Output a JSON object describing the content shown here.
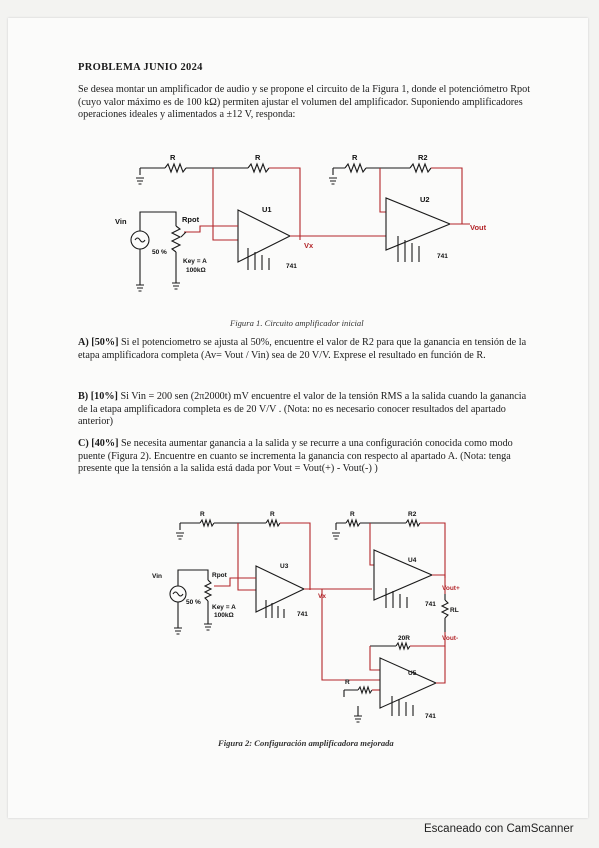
{
  "title": "PROBLEMA JUNIO 2024",
  "intro": "Se desea montar un amplificador de audio y se propone el circuito de la Figura 1, donde el potenciómetro Rpot (cuyo valor máximo es de 100 kΩ) permiten ajustar el volumen del amplificador. Suponiendo amplificadores operaciones ideales y alimentados a ±12 V, responda:",
  "figure1": {
    "caption": "Figura 1. Circuito amplificador inicial",
    "labels": {
      "r1": "R",
      "r2": "R",
      "r3": "R",
      "r4": "R2",
      "vin": "Vin",
      "rpot": "Rpot",
      "pct": "50 %",
      "key": "Key = A",
      "rval": "100kΩ",
      "u1": "U1",
      "u2": "U2",
      "vx": "Vx",
      "vout": "Vout",
      "ic1": "741",
      "ic2": "741"
    }
  },
  "section_a": {
    "label": "A) [50%]",
    "text": " Si el potenciometro se ajusta al 50%, encuentre el valor de R2 para que la ganancia en tensión de la etapa amplificadora completa (Av= Vout / Vin) sea de 20 V/V. Exprese el resultado en función de R."
  },
  "section_b": {
    "label": "B) [10%]",
    "text": " Si Vin = 200 sen (2π2000t) mV encuentre el valor de la tensión RMS a la salida cuando la ganancia de la etapa amplificadora completa es de 20 V/V . (Nota: no es necesario conocer resultados del apartado anterior)"
  },
  "section_c": {
    "label": "C) [40%]",
    "text": " Se necesita aumentar ganancia a la salida y se recurre a una configuración conocida como modo puente (Figura 2). Encuentre en cuanto se incrementa la ganancia con respecto al apartado A. (Nota: tenga presente que la tensión a la salida está dada por Vout = Vout(+) - Vout(-) )"
  },
  "figure2": {
    "caption": "Figura 2: Configuración amplificadora mejorada",
    "labels": {
      "r1": "R",
      "r2": "R",
      "r3": "R",
      "r4": "R2",
      "r5": "20R",
      "r6": "R",
      "vin": "Vin",
      "rpot": "Rpot",
      "pct": "50 %",
      "key": "Key = A",
      "rval": "100kΩ",
      "u3": "U3",
      "u4": "U4",
      "u5": "U5",
      "vx": "Vx",
      "voutp": "Vout+",
      "voutm": "Vout-",
      "rl": "RL",
      "ic3": "741",
      "ic4": "741",
      "ic5": "741"
    }
  },
  "footer": "Escaneado con CamScanner"
}
